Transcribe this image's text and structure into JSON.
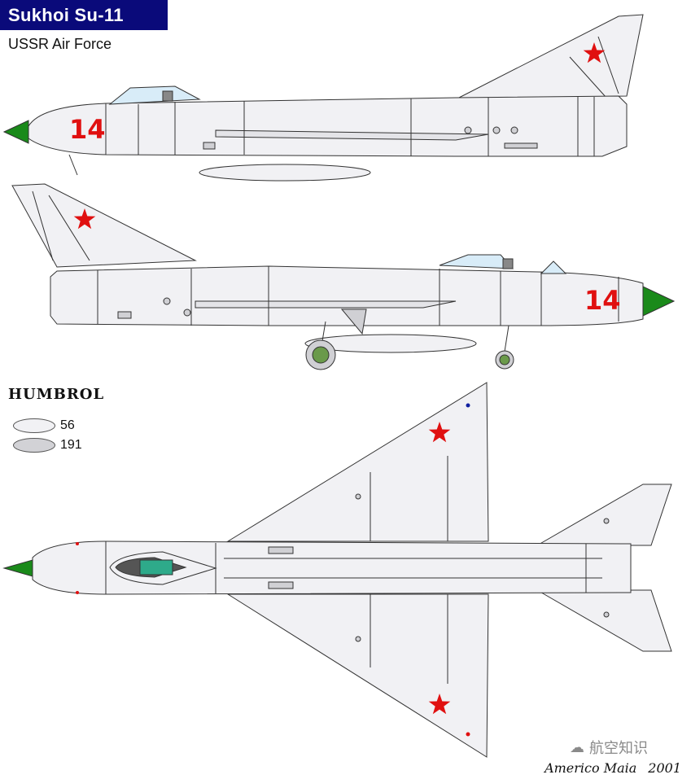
{
  "header": {
    "title": "Sukhoi Su-11",
    "subtitle": "USSR Air Force"
  },
  "legend": {
    "brand": "HUMBROL",
    "swatches": [
      {
        "code": "56",
        "color": "#f1f1f4"
      },
      {
        "code": "191",
        "color": "#d2d2d6"
      }
    ]
  },
  "aircraft": {
    "tail_number": "14",
    "body_color": "#f1f1f4",
    "canopy_color": "#d8ecf8",
    "nose_cone_color": "#1a8a1a",
    "star_color": "#e01010",
    "panel_gray": "#d0d0d4",
    "cockpit_color": "#2eaa8a"
  },
  "footer": {
    "author": "Americo Maia",
    "year": "2001",
    "watermark": "航空知识"
  }
}
